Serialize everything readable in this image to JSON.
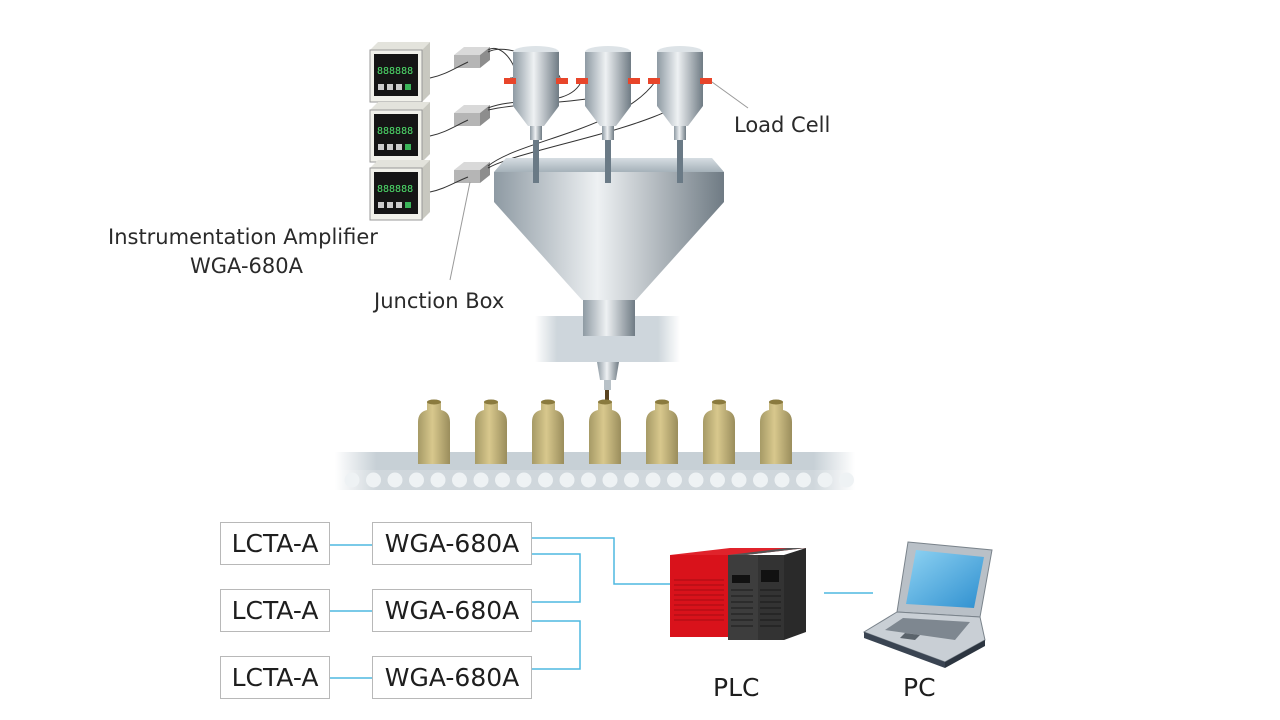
{
  "labels": {
    "load_cell": "Load Cell",
    "amplifier_line1": "Instrumentation Amplifier",
    "amplifier_line2": "WGA-680A",
    "junction_box": "Junction Box"
  },
  "system": {
    "rows": [
      {
        "sensor": "LCTA-A",
        "amplifier": "WGA-680A"
      },
      {
        "sensor": "LCTA-A",
        "amplifier": "WGA-680A"
      },
      {
        "sensor": "LCTA-A",
        "amplifier": "WGA-680A"
      }
    ],
    "plc_label": "PLC",
    "pc_label": "PC",
    "line_color": "#4fb8e0"
  },
  "illustration": {
    "hopper_count": 3,
    "amplifier_units": 3,
    "bottle_count": 7,
    "amplifier_display": "888888",
    "colors": {
      "load_cell": "#e8452a",
      "plc_red": "#d9121b",
      "plc_dark": "#3a3a3a",
      "bottle": "#c9b67c",
      "screen": "#4aaee0"
    }
  }
}
